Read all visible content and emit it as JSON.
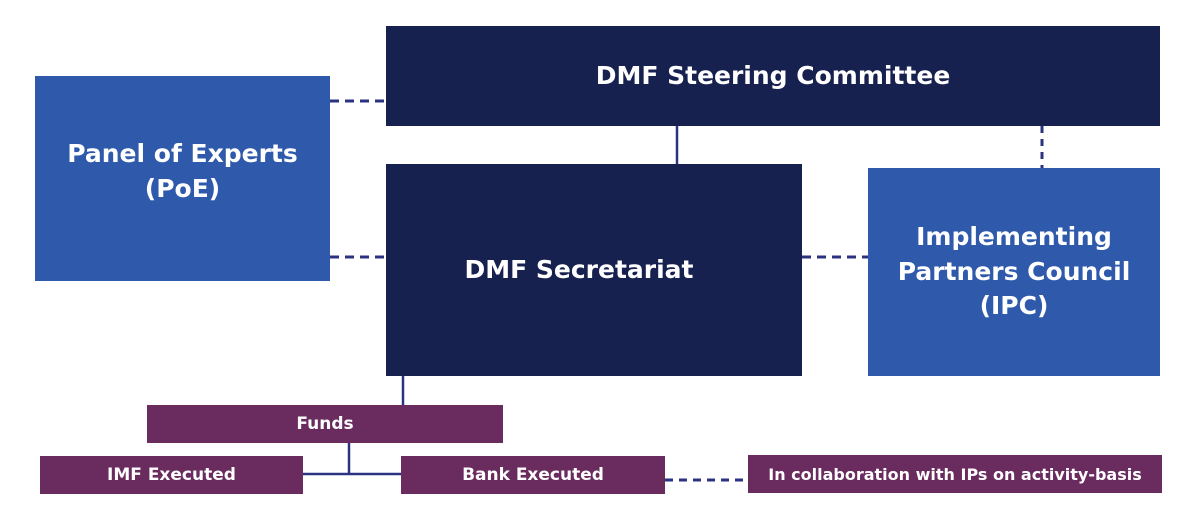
{
  "nodes": {
    "steering_committee": {
      "label": "DMF Steering Committee",
      "color": "#172150"
    },
    "panel_of_experts": {
      "line1": "Panel of Experts",
      "line2": "(PoE)",
      "color": "#2f5aab"
    },
    "secretariat": {
      "label": "DMF Secretariat",
      "color": "#172150"
    },
    "ipc": {
      "line1": "Implementing",
      "line2": "Partners Council",
      "line3": "(IPC)",
      "color": "#2f5aab"
    },
    "funds": {
      "label": "Funds",
      "color": "#6a2b5e"
    },
    "imf_executed": {
      "label": "IMF Executed",
      "color": "#6a2b5e"
    },
    "bank_executed": {
      "label": "Bank Executed",
      "color": "#6a2b5e"
    },
    "collaboration": {
      "label": "In collaboration with IPs on activity-basis",
      "color": "#6a2b5e"
    }
  },
  "edges": [
    {
      "from": "panel_of_experts",
      "to": "steering_committee",
      "style": "dashed"
    },
    {
      "from": "panel_of_experts",
      "to": "secretariat",
      "style": "dashed"
    },
    {
      "from": "steering_committee",
      "to": "secretariat",
      "style": "solid"
    },
    {
      "from": "steering_committee",
      "to": "ipc",
      "style": "dashed"
    },
    {
      "from": "secretariat",
      "to": "ipc",
      "style": "dashed"
    },
    {
      "from": "secretariat",
      "to": "funds",
      "style": "solid"
    },
    {
      "from": "funds",
      "to": "imf_executed",
      "style": "solid"
    },
    {
      "from": "funds",
      "to": "bank_executed",
      "style": "solid"
    },
    {
      "from": "bank_executed",
      "to": "collaboration",
      "style": "dashed"
    }
  ],
  "line_color": "#2b3280"
}
